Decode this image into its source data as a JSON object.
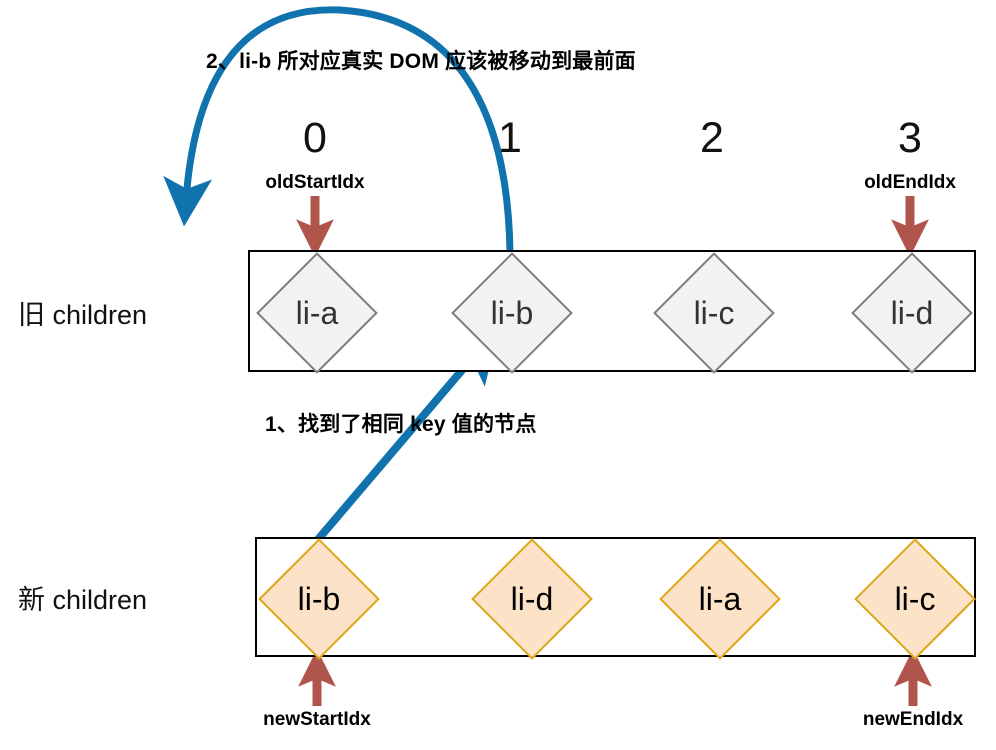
{
  "colors": {
    "arrow_blue": "#1173ae",
    "arrow_red": "#b0554c",
    "old_diamond_fill": "#f2f2f2",
    "old_diamond_stroke": "#7d7d7d",
    "new_diamond_fill": "#fce3c8",
    "new_diamond_stroke": "#dda617",
    "box_stroke": "#000000",
    "text": "#000000"
  },
  "annotations": {
    "step2": "2、li-b 所对应真实 DOM 应该被移动到最前面",
    "step1": "1、找到了相同 key 值的节点"
  },
  "old_row": {
    "label": "旧 children",
    "indices": [
      "0",
      "1",
      "2",
      "3"
    ],
    "items": [
      {
        "key": "li-a"
      },
      {
        "key": "li-b"
      },
      {
        "key": "li-c"
      },
      {
        "key": "li-d"
      }
    ],
    "pointers": [
      {
        "name": "oldStartIdx",
        "index": 0
      },
      {
        "name": "oldEndIdx",
        "index": 3
      }
    ]
  },
  "new_row": {
    "label": "新 children",
    "items": [
      {
        "key": "li-b"
      },
      {
        "key": "li-d"
      },
      {
        "key": "li-a"
      },
      {
        "key": "li-c"
      }
    ],
    "pointers": [
      {
        "name": "newStartIdx",
        "index": 0
      },
      {
        "name": "newEndIdx",
        "index": 3
      }
    ]
  }
}
